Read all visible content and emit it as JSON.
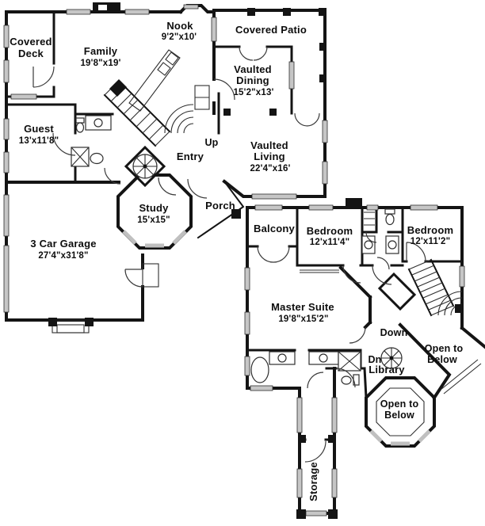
{
  "document_type": "two-story house floor plan drawing",
  "colors": {
    "background": "#ffffff",
    "wall": "#141414",
    "window_fill": "#c6c6c6",
    "detail_line": "#2e2e2e",
    "text": "#0d0d0d"
  },
  "floor1": {
    "covered_deck": [
      "Covered",
      "Deck"
    ],
    "family": [
      "Family",
      "19'8\"x19'"
    ],
    "nook": [
      "Nook",
      "9'2\"x10'"
    ],
    "covered_patio": [
      "Covered Patio"
    ],
    "vaulted_dining": [
      "Vaulted",
      "Dining",
      "15'2\"x13'"
    ],
    "guest": [
      "Guest",
      "13'x11'8\""
    ],
    "entry": [
      "Entry"
    ],
    "up": [
      "Up"
    ],
    "vaulted_living": [
      "Vaulted",
      "Living",
      "22'4\"x16'"
    ],
    "study": [
      "Study",
      "15'x15\""
    ],
    "porch": [
      "Porch"
    ],
    "garage": [
      "3 Car Garage",
      "27'4\"x31'8\""
    ]
  },
  "floor2": {
    "balcony": [
      "Balcony"
    ],
    "bedroom_left": [
      "Bedroom",
      "12'x11'4\""
    ],
    "bedroom_right": [
      "Bedroom",
      "12'x11'2\""
    ],
    "master_suite": [
      "Master Suite",
      "19'8\"x15'2\""
    ],
    "down": [
      "Down"
    ],
    "open_to_below_side": [
      "Open to",
      "Below"
    ],
    "dn": [
      "Dn"
    ],
    "library": [
      "Library"
    ],
    "open_to_below_octagon": [
      "Open to",
      "Below"
    ],
    "storage": [
      "Storage"
    ]
  }
}
